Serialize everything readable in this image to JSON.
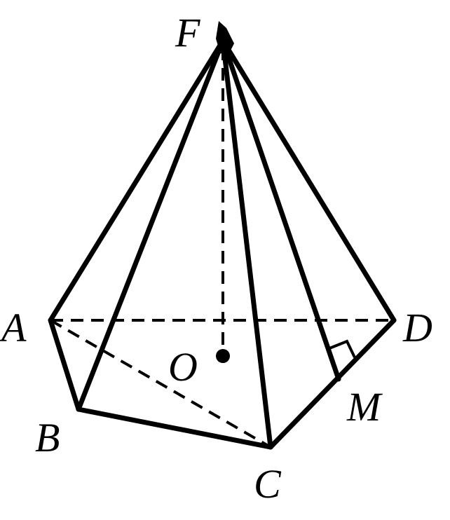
{
  "figure": {
    "labels": {
      "F": "F",
      "A": "A",
      "B": "B",
      "C": "C",
      "D": "D",
      "O": "O",
      "M": "M"
    },
    "colors": {
      "ink": "#000000",
      "background": "#ffffff"
    }
  }
}
